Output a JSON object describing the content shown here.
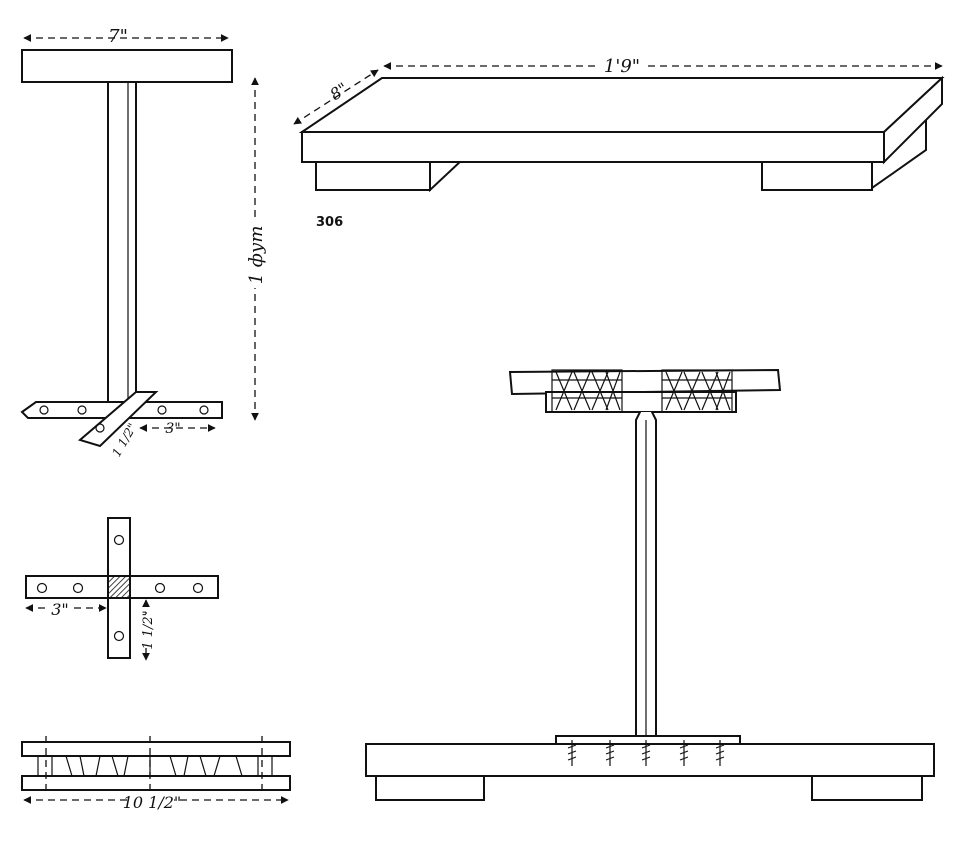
{
  "figure": {
    "number": "306"
  },
  "dimensions": {
    "post_top_width": "7\"",
    "post_height": "1 фут",
    "base_arm_width": "1 1/2\"",
    "base_arm_length": "3\"",
    "top_board_length": "1'9\"",
    "top_board_depth": "8\"",
    "plan_arm_length": "3\"",
    "plan_arm_width": "1 1/2\"",
    "bottom_length": "10 1/2\""
  }
}
